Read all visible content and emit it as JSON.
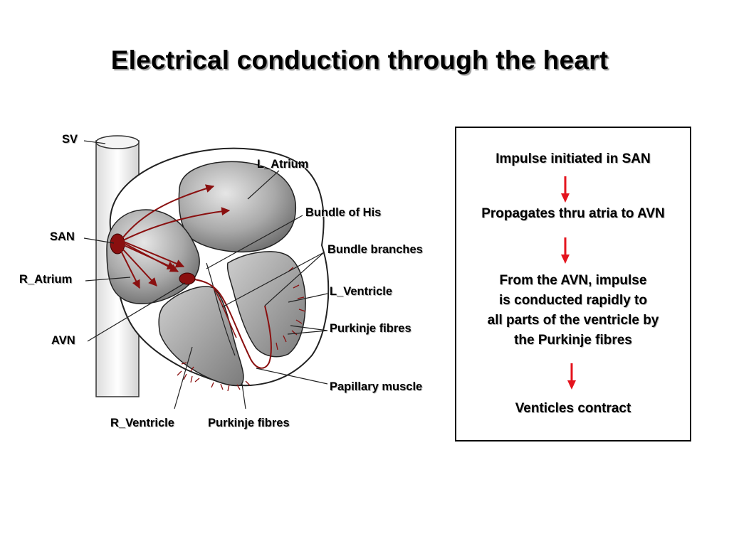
{
  "title": "Electrical conduction through the heart",
  "diagram": {
    "labels": {
      "sv": "SV",
      "san": "SAN",
      "r_atrium": "R_Atrium",
      "avn": "AVN",
      "l_atrium": "L_Atrium",
      "bundle_of_his": "Bundle of His",
      "bundle_branches": "Bundle branches",
      "l_ventricle": "L_Ventricle",
      "purkinje_right": "Purkinje fibres",
      "papillary_muscle": "Papillary muscle",
      "r_ventricle": "R_Ventricle",
      "purkinje_bottom": "Purkinje fibres"
    }
  },
  "flow": {
    "steps": [
      {
        "lines": [
          "Impulse initiated in SAN"
        ]
      },
      {
        "lines": [
          "Propagates thru atria to AVN"
        ]
      },
      {
        "lines": [
          "From the AVN, impulse",
          "is conducted rapidly to",
          "all parts of the ventricle by",
          "the Purkinje fibres"
        ]
      },
      {
        "lines": [
          "Venticles contract"
        ]
      }
    ],
    "arrow_color": "#e4141e"
  },
  "colors": {
    "tissue_gray": "#8d8d8d",
    "node_red": "#8a0f0f",
    "pathway_red": "#8a1010"
  }
}
